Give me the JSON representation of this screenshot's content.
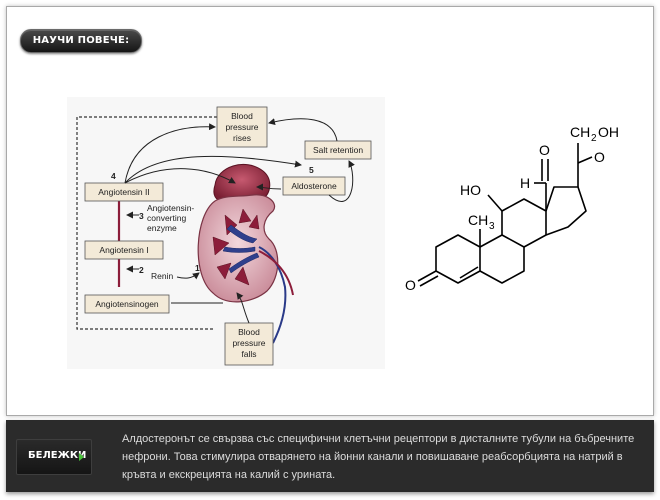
{
  "header": {
    "learn_more_label": "НАУЧИ ПОВЕЧЕ:"
  },
  "diagram": {
    "boxes": {
      "bp_rises": [
        "Blood",
        "pressure",
        "rises"
      ],
      "salt": "Salt retention",
      "aldosterone": "Aldosterone",
      "angiotensin2": "Angiotensin II",
      "angiotensin1": "Angiotensin I",
      "angiotensinogen": "Angiotensinogen",
      "bp_falls": [
        "Blood",
        "pressure",
        "falls"
      ]
    },
    "labels": {
      "ace": [
        "Angiotensin-",
        "converting",
        "enzyme"
      ],
      "renin": "Renin"
    },
    "step_numbers": [
      "1",
      "2",
      "3",
      "4",
      "5"
    ]
  },
  "structure_labels": {
    "ch2oh": "CH",
    "ch2oh_sub": "2",
    "ch2oh_tail": "OH",
    "o_top": "O",
    "o_ketone": "O",
    "h_aldehyde": "H",
    "ho": "HO",
    "ch3": "CH",
    "ch3_sub": "3",
    "o_ring": "O"
  },
  "footer": {
    "notes_label": "БЕЛЕЖКИ",
    "notes_text": "Алдостеронът се свързва със специфични клетъчни рецептори в дисталните тубули на бъбречните нефрони. Това стимулира отварянето на йонни канали и повишаване реабсорбцията на натрий в кръвта и екскрецията на калий с урината."
  },
  "colors": {
    "button_bg": "#1e1e1e",
    "notes_bar_bg": "#2b2b2b",
    "play_icon": "#49c23a",
    "box_fill": "#f3ead8",
    "kidney_red": "#a8324a"
  },
  "icons": {
    "notes_play": "play-triangle-icon"
  }
}
